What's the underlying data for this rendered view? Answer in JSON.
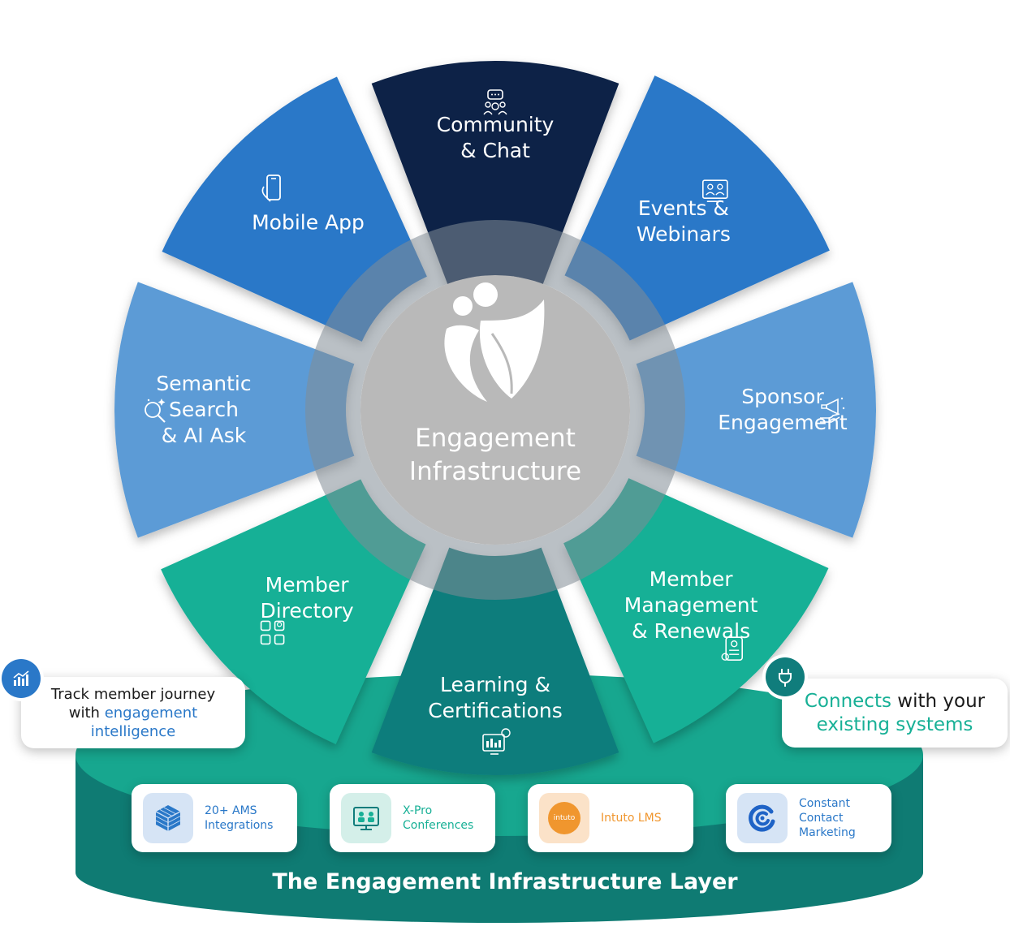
{
  "center": {
    "line1": "Engagement",
    "line2": "Infrastructure"
  },
  "segments": [
    {
      "id": "community",
      "lines": [
        "Community",
        "& Chat"
      ],
      "icon": "community-chat-icon",
      "color": "#0c2247"
    },
    {
      "id": "events",
      "lines": [
        "Events &",
        "Webinars"
      ],
      "icon": "webinar-icon",
      "color": "#2a78c8"
    },
    {
      "id": "sponsor",
      "lines": [
        "Sponsor",
        "Engagement"
      ],
      "icon": "sponsor-megaphone-icon",
      "color": "#5b9bd6"
    },
    {
      "id": "member-management",
      "lines": [
        "Member",
        "Management",
        "& Renewals"
      ],
      "icon": "member-management-icon",
      "color": "#17b096"
    },
    {
      "id": "learning",
      "lines": [
        "Learning &",
        "Certifications"
      ],
      "icon": "learning-dashboard-icon",
      "color": "#107d7c"
    },
    {
      "id": "member-directory",
      "lines": [
        "Member",
        "Directory"
      ],
      "icon": "directory-grid-icon",
      "color": "#17b096"
    },
    {
      "id": "semantic-search",
      "lines": [
        "Semantic",
        "Search",
        "& AI Ask"
      ],
      "icon": "ai-search-icon",
      "color": "#5b9bd6"
    },
    {
      "id": "mobile-app",
      "lines": [
        "Mobile App"
      ],
      "icon": "mobile-phone-icon",
      "color": "#2a78c8"
    }
  ],
  "layer": {
    "title": "The Engagement Infrastructure Layer",
    "cards": [
      {
        "text": "20+ AMS\nIntegrations",
        "icon": "cube-icon",
        "text_color": "#2a78c8",
        "icon_bg": "#d6e4f5"
      },
      {
        "text": "X-Pro\nConferences",
        "icon": "conference-screen-icon",
        "text_color": "#17b096",
        "icon_bg": "#d4efe9"
      },
      {
        "text": "Intuto LMS",
        "icon": "intuto-logo",
        "text_color": "#f0962e",
        "icon_bg": "#fbe2c8"
      },
      {
        "text": "Constant\nContact\nMarketing",
        "icon": "constant-contact-icon",
        "text_color": "#2a78c8",
        "icon_bg": "#d6e4f5"
      }
    ]
  },
  "callouts": {
    "left": {
      "line1": "Track member journey",
      "line2_plain": "with ",
      "line2_accent": "engagement",
      "line3_accent": "intelligence",
      "icon": "analytics-chart-icon"
    },
    "right": {
      "line1_accent": "Connects",
      "line1_plain": " with your",
      "line2_accent": "existing systems",
      "icon": "plug-icon"
    }
  },
  "intuto_logo_text": "intuto",
  "colors": {
    "navy": "#0c2247",
    "blue": "#2a78c8",
    "light_blue": "#5b9bd6",
    "green": "#17b096",
    "teal": "#107d7c",
    "platform": "#17a78f",
    "platform_dark": "#0f7b73"
  }
}
